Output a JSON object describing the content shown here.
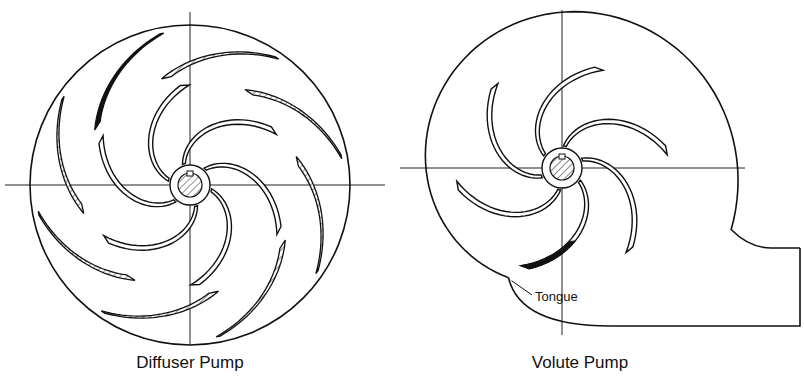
{
  "diagram": {
    "labels": [
      "Diffuser Pump",
      "Volute Pump",
      "Tongue"
    ]
  }
}
